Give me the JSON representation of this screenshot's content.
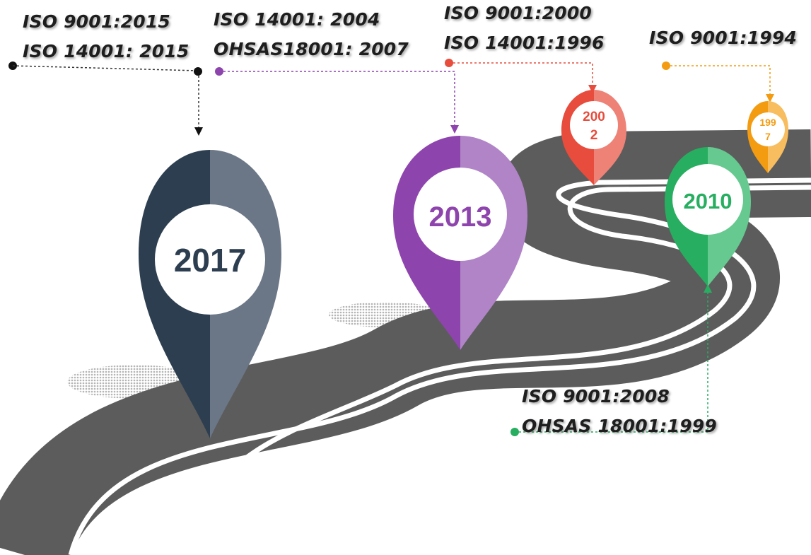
{
  "milestones": [
    {
      "id": "2017",
      "year": "2017",
      "certs": [
        "ISO 9001:2015",
        "ISO 14001: 2015"
      ],
      "color_dark": "#2d3e50",
      "color_light": "#6b7787"
    },
    {
      "id": "2013",
      "year": "2013",
      "certs": [
        "ISO 14001: 2004",
        "OHSAS18001: 2007"
      ],
      "color_dark": "#8e44ad",
      "color_light": "#b084c7"
    },
    {
      "id": "2002",
      "year_lines": [
        "200",
        "2"
      ],
      "certs": [
        "ISO 9001:2000",
        "ISO 14001:1996"
      ],
      "color_dark": "#e74c3c",
      "color_light": "#ee8277"
    },
    {
      "id": "1997",
      "year_lines": [
        "199",
        "7"
      ],
      "certs": [
        "ISO 9001:1994"
      ],
      "color_dark": "#f39c12",
      "color_light": "#f7bd5f"
    },
    {
      "id": "2010",
      "year": "2010",
      "certs": [
        "ISO 9001:2008",
        "OHSAS 18001:1999"
      ],
      "color_dark": "#27ae60",
      "color_light": "#66c98f"
    }
  ],
  "colors": {
    "road": "#5c5c5c",
    "road_edge": "#ffffff",
    "shadow": "#c9c9c9"
  }
}
